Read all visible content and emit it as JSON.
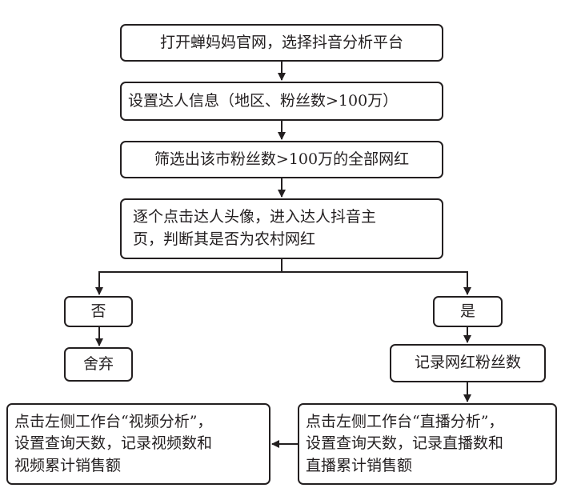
{
  "flowchart": {
    "step1": "打开蝉妈妈官网，选择抖音分析平台",
    "step2": "设置达人信息（地区、粉丝数>100万）",
    "step3": "筛选出该市粉丝数>100万的全部网红",
    "step4": {
      "line1": "逐个点击达人头像，进入达人抖音主",
      "line2": "页，判断其是否为农村网红"
    },
    "branch_no": {
      "label": "否",
      "action": "舍弃"
    },
    "branch_yes": {
      "label": "是",
      "action": "记录网红粉丝数"
    },
    "live": {
      "line1": "点击左侧工作台“直播分析”，",
      "line2": "设置查询天数，记录直播数和",
      "line3": "直播累计销售额"
    },
    "video": {
      "line1": "点击左侧工作台“视频分析”，",
      "line2": "设置查询天数，记录视频数和",
      "line3": "视频累计销售额"
    }
  }
}
